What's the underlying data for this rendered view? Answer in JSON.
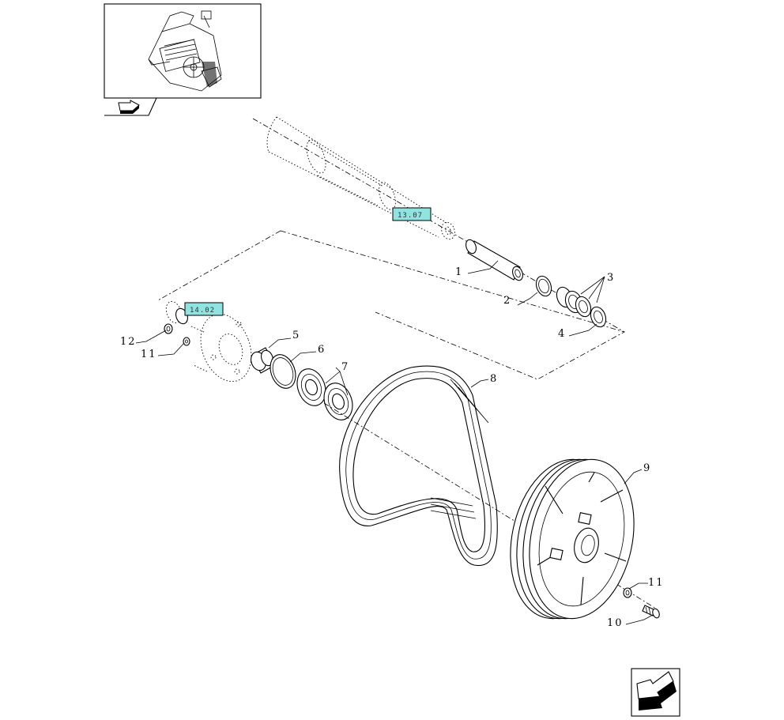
{
  "labels": {
    "p1": "1",
    "p2": "2",
    "p3": "3",
    "p4": "4",
    "p5": "5",
    "p6": "6",
    "p7": "7",
    "p8": "8",
    "p9": "9",
    "p10": "10",
    "p11a": "11",
    "p11b": "11",
    "p12": "12"
  },
  "refs": {
    "shaft_ref": "13.07",
    "flange_ref": "14.02"
  },
  "colors": {
    "ref_tag": "#8fe3e0",
    "ink": "#000000"
  },
  "icons": {
    "thumbnail": "assembly-thumbnail",
    "nav_back": "back-arrow-icon",
    "nav_next": "next-arrow-icon"
  }
}
